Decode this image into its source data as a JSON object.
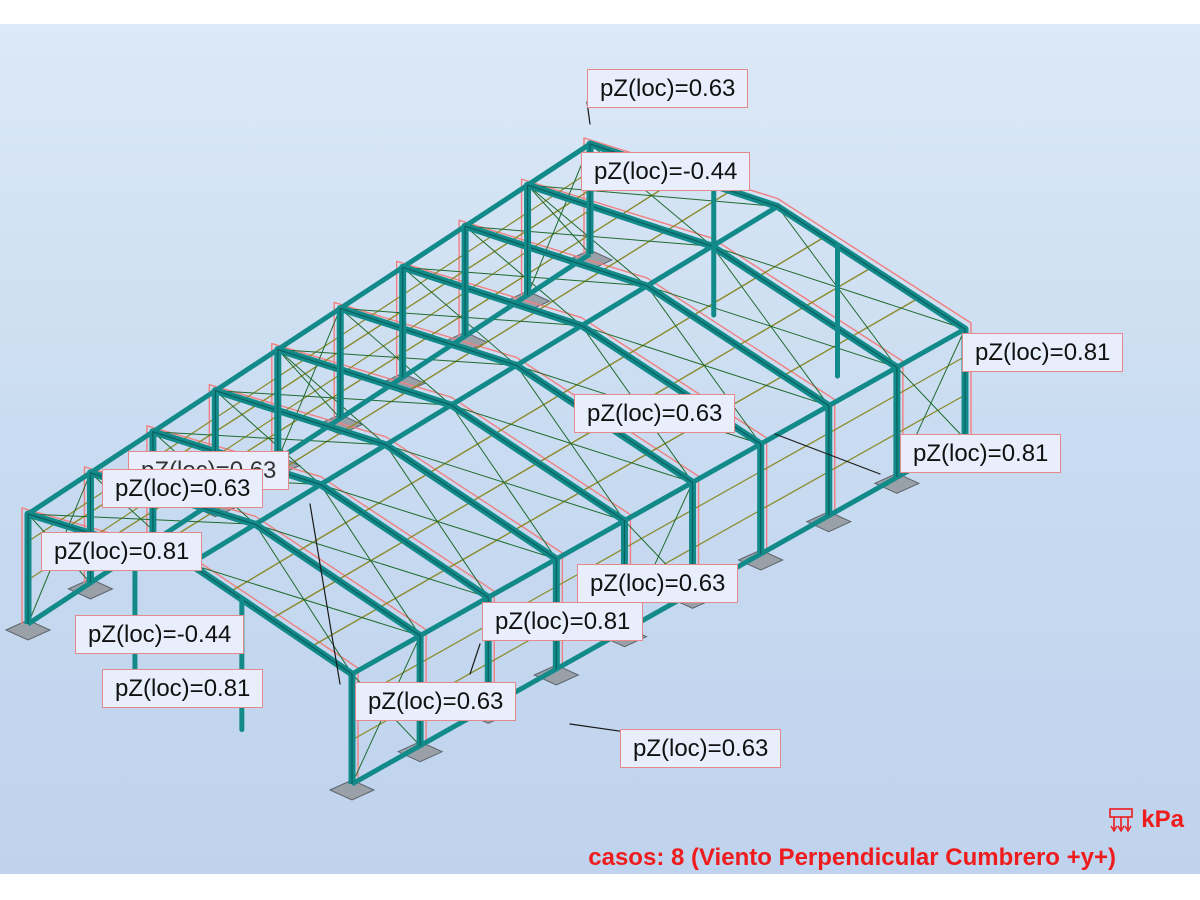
{
  "labels": [
    {
      "id": "l1",
      "text": "pZ(loc)=0.63"
    },
    {
      "id": "l2",
      "text": "pZ(loc)=-0.44"
    },
    {
      "id": "l3",
      "text": "pZ(loc)=0.81"
    },
    {
      "id": "l4",
      "text": "pZ(loc)=0.63"
    },
    {
      "id": "l5",
      "text": "pZ(loc)=0.81"
    },
    {
      "id": "l6",
      "text": "pZ(loc)=0.63"
    },
    {
      "id": "l7",
      "text": "pZ(loc)=0.63"
    },
    {
      "id": "l8",
      "text": "pZ(loc)=0.81"
    },
    {
      "id": "l9",
      "text": "pZ(loc)=0.63"
    },
    {
      "id": "l10",
      "text": "pZ(loc)=0.81"
    },
    {
      "id": "l11",
      "text": "pZ(loc)=-0.44"
    },
    {
      "id": "l12",
      "text": "pZ(loc)=0.81"
    },
    {
      "id": "l13",
      "text": "pZ(loc)=0.63"
    },
    {
      "id": "l14",
      "text": "pZ(loc)=0.63"
    }
  ],
  "legend": {
    "unit": "kPa",
    "icon": "pressure-load-icon"
  },
  "load_case": "casos: 8 (Viento Perpendicular Cumbrero +y+)",
  "colors": {
    "frame": "#138a8a",
    "frame_dark": "#0a5f5f",
    "brace": "#1f6b2e",
    "load_outline": "#f08080",
    "secondary": "#8a8a2a",
    "label_border": "#e58a8a",
    "label_bg": "#e8eefc",
    "caption": "#ee1c1c"
  }
}
